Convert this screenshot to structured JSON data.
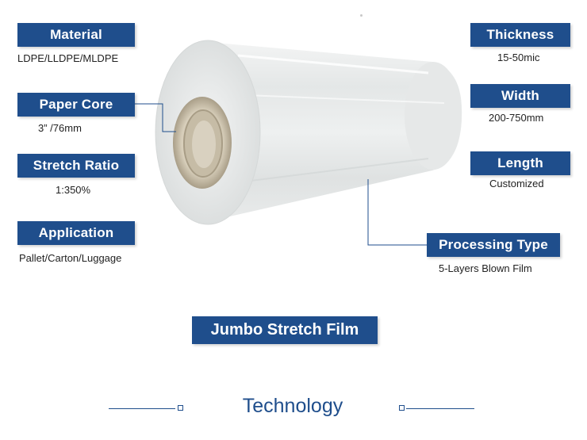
{
  "specs": {
    "material": {
      "label": "Material",
      "value": "LDPE/LLDPE/MLDPE"
    },
    "paper_core": {
      "label": "Paper Core",
      "value": "3”  /76mm"
    },
    "stretch_ratio": {
      "label": "Stretch Ratio",
      "value": "1:350%"
    },
    "application": {
      "label": "Application",
      "value": "Pallet/Carton/Luggage"
    },
    "thickness": {
      "label": "Thickness",
      "value": "15-50mic"
    },
    "width": {
      "label": "Width",
      "value": "200-750mm"
    },
    "length": {
      "label": "Length",
      "value": "Customized"
    },
    "processing_type": {
      "label": "Processing Type",
      "value": "5-Layers Blown Film"
    }
  },
  "product_title": "Jumbo Stretch Film",
  "section_title": "Technology",
  "colors": {
    "accent": "#1f4e8c",
    "text": "#222222",
    "background": "#ffffff"
  }
}
